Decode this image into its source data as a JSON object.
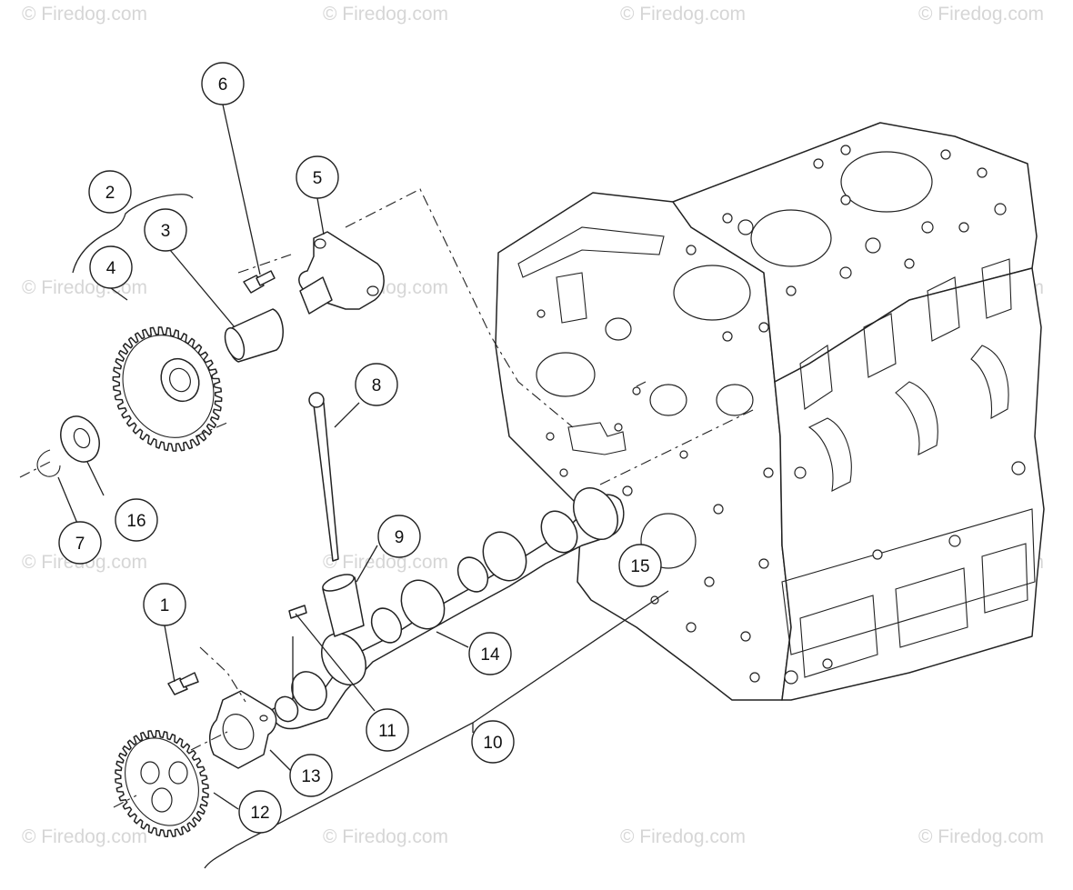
{
  "watermark": {
    "text": "© Firedog.com"
  },
  "diagram": {
    "callouts": [
      {
        "id": "1",
        "label": "1"
      },
      {
        "id": "2",
        "label": "2"
      },
      {
        "id": "3",
        "label": "3"
      },
      {
        "id": "4",
        "label": "4"
      },
      {
        "id": "5",
        "label": "5"
      },
      {
        "id": "6",
        "label": "6"
      },
      {
        "id": "7",
        "label": "7"
      },
      {
        "id": "8",
        "label": "8"
      },
      {
        "id": "9",
        "label": "9"
      },
      {
        "id": "10",
        "label": "10"
      },
      {
        "id": "11",
        "label": "11"
      },
      {
        "id": "12",
        "label": "12"
      },
      {
        "id": "13",
        "label": "13"
      },
      {
        "id": "14",
        "label": "14"
      },
      {
        "id": "15",
        "label": "15"
      },
      {
        "id": "16",
        "label": "16"
      }
    ]
  }
}
